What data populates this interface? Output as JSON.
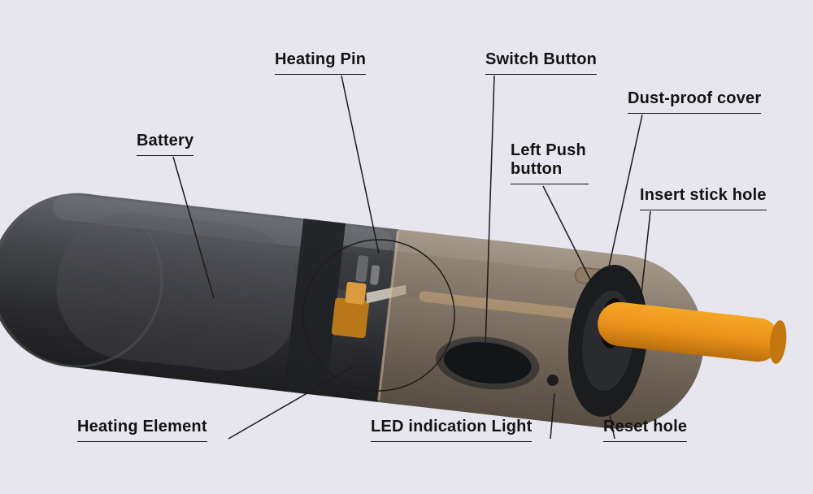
{
  "diagram": {
    "subject": "Heated tobacco device cutaway diagram",
    "labels": {
      "battery": "Battery",
      "heating_pin": "Heating Pin",
      "switch_button": "Switch Button",
      "dust_proof_cover": "Dust-proof cover",
      "left_push_button": "Left Push button",
      "insert_stick_hole": "Insert stick hole",
      "heating_element": "Heating Element",
      "led_indication_light": "LED indication Light",
      "reset_hole": "Reset hole"
    },
    "colors": {
      "background": "#e7e6ef",
      "body_dark": "#3c3e42",
      "band_black": "#202124",
      "translucent_cover": "#a8937c",
      "stick_orange": "#e98f1a",
      "heater_orange": "#c07d1c",
      "label_text": "#141414",
      "leader_line": "#1b1b1b"
    }
  }
}
